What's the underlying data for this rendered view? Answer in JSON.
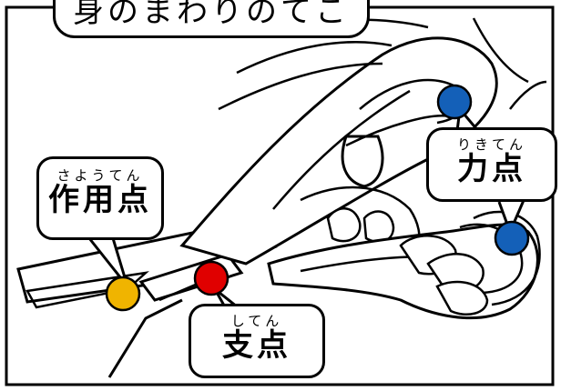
{
  "title": "身のまわりのてこ",
  "labels": {
    "sayouten": {
      "ruby": "さようてん",
      "main": "作用点"
    },
    "rikiten": {
      "ruby": "りきてん",
      "main": "力点"
    },
    "shiten": {
      "ruby": "してん",
      "main": "支点"
    }
  },
  "colors": {
    "effort_point": "#1460b8",
    "load_point": "#f0b400",
    "fulcrum_point": "#e00000",
    "line": "#000000"
  }
}
